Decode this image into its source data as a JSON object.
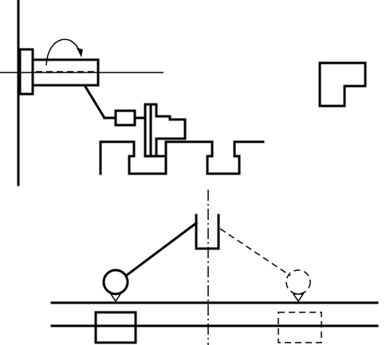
{
  "diagram": {
    "type": "mechanical-schematic",
    "description_visible_text": "",
    "colors": {
      "line": "#000000",
      "background": "#ffffff"
    },
    "components": [
      {
        "name": "vertical-wall"
      },
      {
        "name": "spindle-flange"
      },
      {
        "name": "spindle-shaft"
      },
      {
        "name": "rotation-arrow"
      },
      {
        "name": "transfer-arm"
      },
      {
        "name": "gripper-assembly"
      },
      {
        "name": "conveyor-track-top"
      },
      {
        "name": "l-shaped-workpiece"
      },
      {
        "name": "swing-arm-pivot"
      },
      {
        "name": "arm-position-solid"
      },
      {
        "name": "arm-position-dashed"
      },
      {
        "name": "slide-rails"
      },
      {
        "name": "carriage-solid"
      },
      {
        "name": "carriage-dashed"
      }
    ]
  }
}
